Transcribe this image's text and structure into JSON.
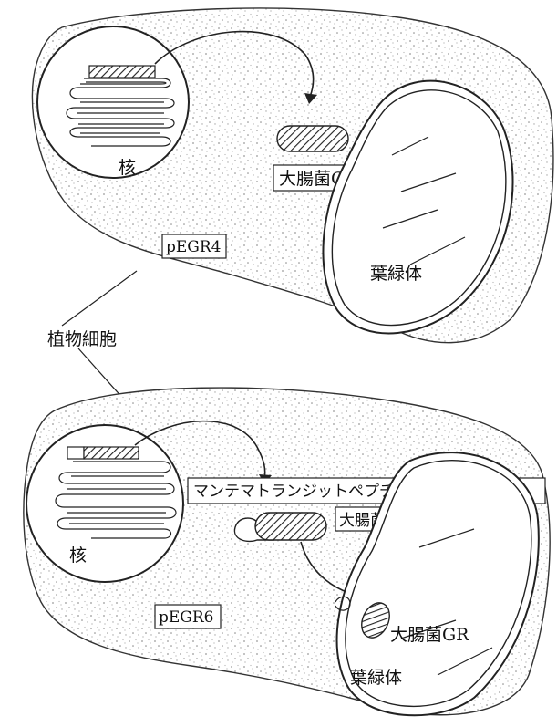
{
  "top_panel": {
    "nucleus_label": "核",
    "gene_product_label": "大腸菌GR",
    "plasmid_label": "pEGR4",
    "chloroplast_label": "葉緑体"
  },
  "shared": {
    "plant_cell_label": "植物細胞"
  },
  "bottom_panel": {
    "transit_peptide_label": "マンテマトランジットペプチド＋",
    "fusion_product_label": "大腸菌GR",
    "nucleus_label": "核",
    "plasmid_label": "pEGR6",
    "imported_product_label": "大腸菌GR",
    "chloroplast_label": "葉緑体"
  },
  "colors": {
    "ink": "#222222",
    "speckle": "#9a9a9a",
    "background": "#ffffff"
  }
}
